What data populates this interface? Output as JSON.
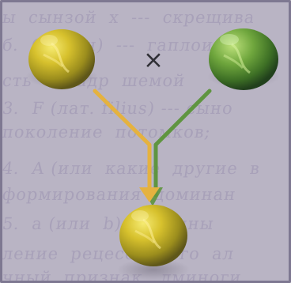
{
  "diagram": {
    "cross_symbol": "×",
    "colors": {
      "background": "#b9b4c4",
      "yellow_line": "#e5b23f",
      "green_line": "#5f9540",
      "yellow_pea": "#d7c12d",
      "green_pea": "#6fa63d"
    },
    "peas": [
      {
        "name": "yellow-parent-pea",
        "color": "yellow"
      },
      {
        "name": "green-parent-pea",
        "color": "green"
      },
      {
        "name": "yellow-offspring-pea",
        "color": "yellow"
      }
    ]
  }
}
